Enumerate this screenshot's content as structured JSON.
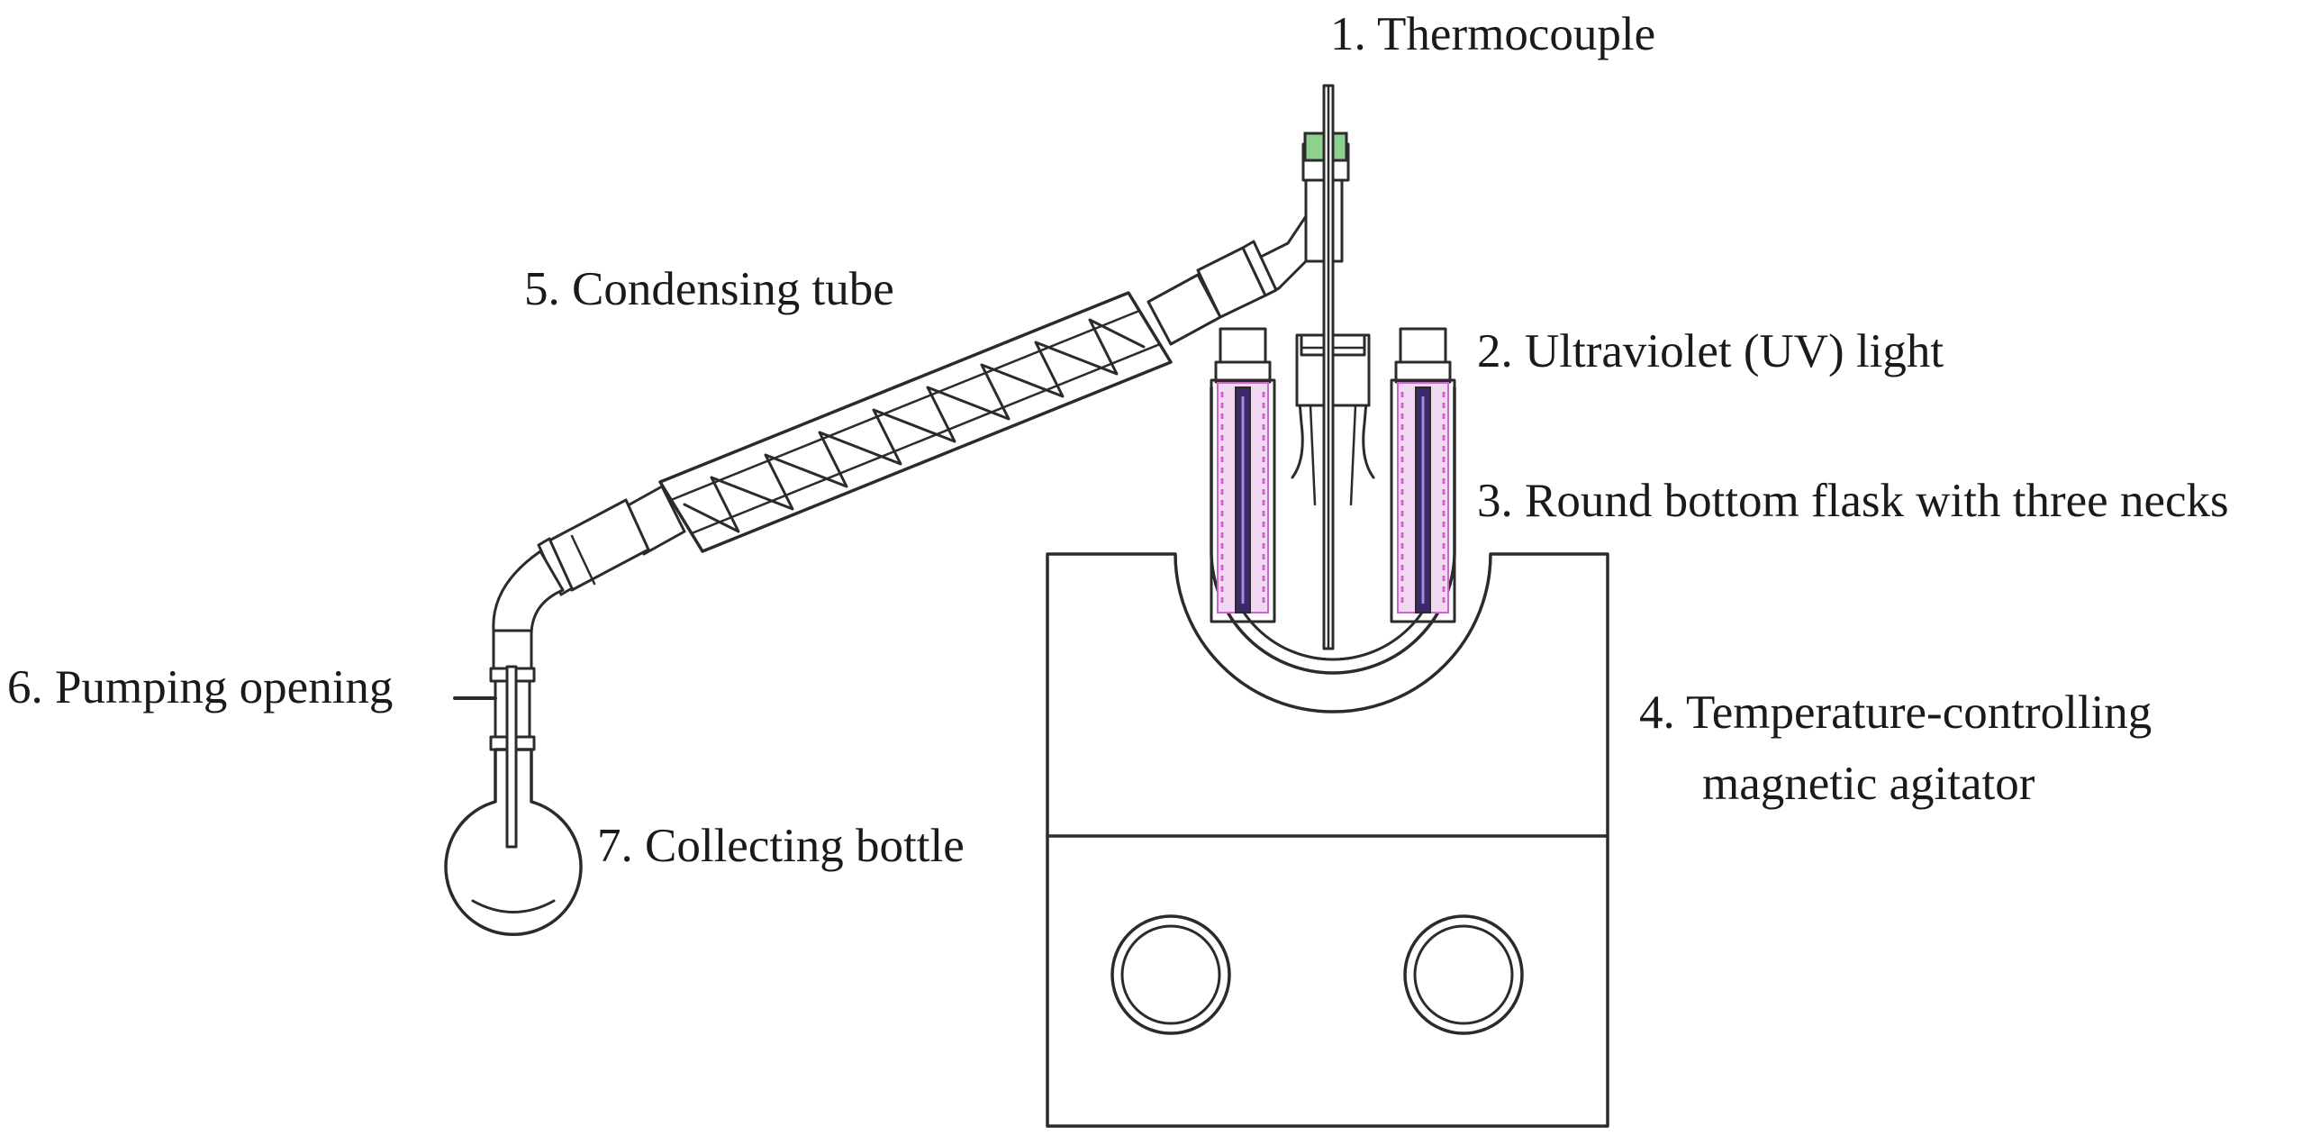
{
  "labels": {
    "thermocouple": "1. Thermocouple",
    "uv_light": "2. Ultraviolet (UV) light",
    "flask": "3. Round bottom flask with three necks",
    "agitator_line1": "4. Temperature-controlling",
    "agitator_line2": "magnetic agitator",
    "condensing_tube": "5. Condensing tube",
    "pumping_opening": "6. Pumping opening",
    "collecting_bottle": "7. Collecting bottle"
  },
  "colors": {
    "line": "#2b2b2b",
    "uv_glow": "#cc66cc",
    "uv_lamp": "#3a2a6a",
    "stopper": "#8fd08f"
  }
}
